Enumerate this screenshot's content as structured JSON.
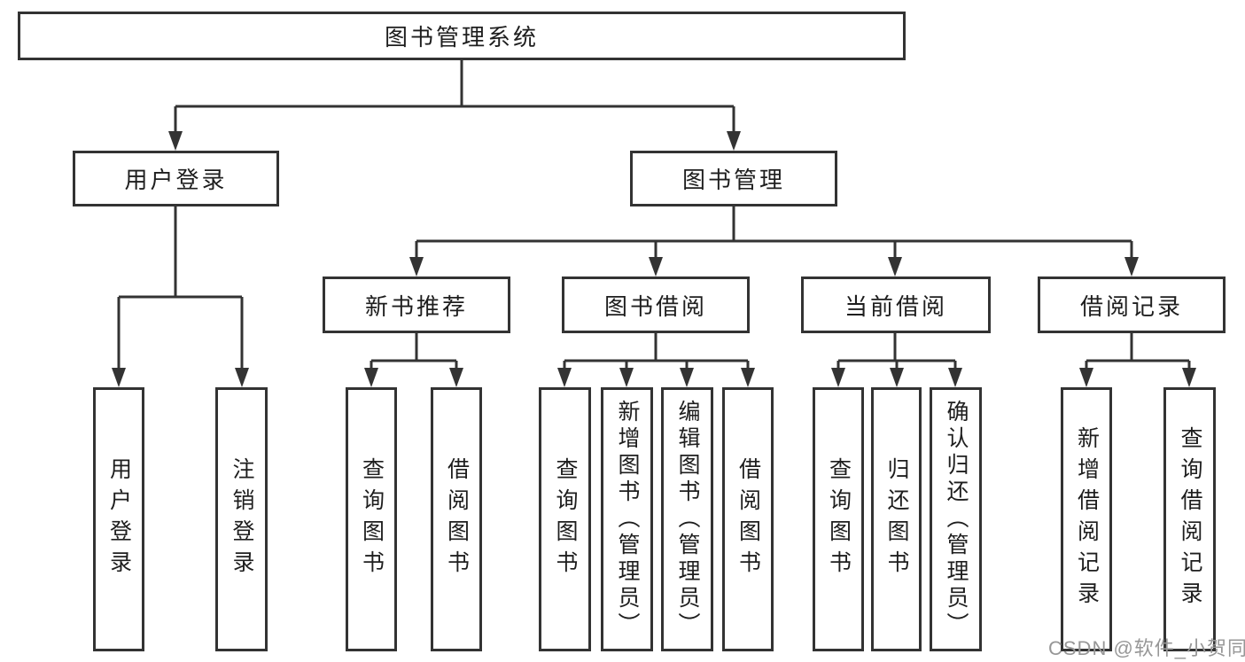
{
  "tree": {
    "root": "图书管理系统",
    "branches": [
      {
        "label": "用户登录",
        "children": [
          "用户登录",
          "注销登录"
        ]
      },
      {
        "label": "图书管理",
        "sections": [
          {
            "label": "新书推荐",
            "children": [
              "查询图书",
              "借阅图书"
            ]
          },
          {
            "label": "图书借阅",
            "children": [
              "查询图书",
              "新增图书（管理员）",
              "编辑图书（管理员）",
              "借阅图书"
            ]
          },
          {
            "label": "当前借阅",
            "children": [
              "查询图书",
              "归还图书",
              "确认归还（管理员）"
            ]
          },
          {
            "label": "借阅记录",
            "children": [
              "新增借阅记录",
              "查询借阅记录"
            ]
          }
        ]
      }
    ]
  },
  "watermark": "CSDN @软件_小贺同学",
  "colors": {
    "line": "#333333",
    "text": "#1e1e1e",
    "watermark": "#979797",
    "background": "#ffffff"
  }
}
